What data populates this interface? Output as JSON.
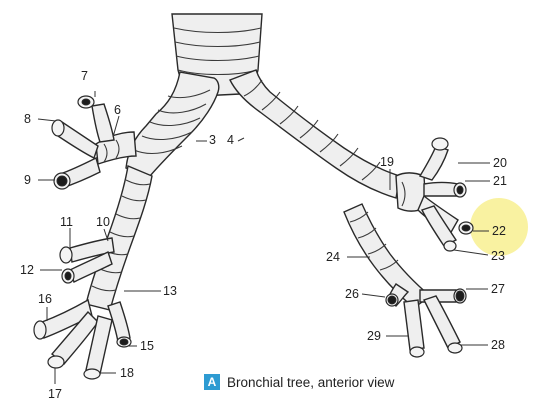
{
  "labels": {
    "l3": "3",
    "l4": "4",
    "l6": "6",
    "l7": "7",
    "l8": "8",
    "l9": "9",
    "l10": "10",
    "l11": "11",
    "l12": "12",
    "l13": "13",
    "l15": "15",
    "l16": "16",
    "l17": "17",
    "l18": "18",
    "l19": "19",
    "l20": "20",
    "l21": "21",
    "l22": "22",
    "l23": "23",
    "l24": "24",
    "l26": "26",
    "l27": "27",
    "l28": "28",
    "l29": "29"
  },
  "caption": {
    "badge": "A",
    "text": "Bronchial tree, anterior view"
  },
  "colors": {
    "badge": "#2d9bd2",
    "highlight": "#f8ef8a",
    "outline": "#2a2a2a"
  }
}
